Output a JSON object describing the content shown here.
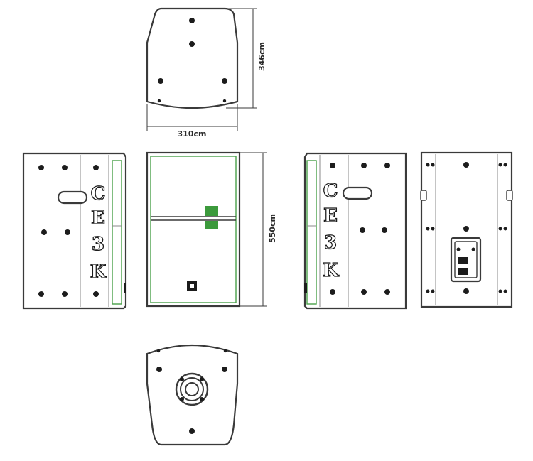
{
  "dimensions": {
    "depth": "346cm",
    "width": "310cm",
    "height": "550cm"
  },
  "logo_letters": [
    "C",
    "E",
    "3",
    "K"
  ]
}
